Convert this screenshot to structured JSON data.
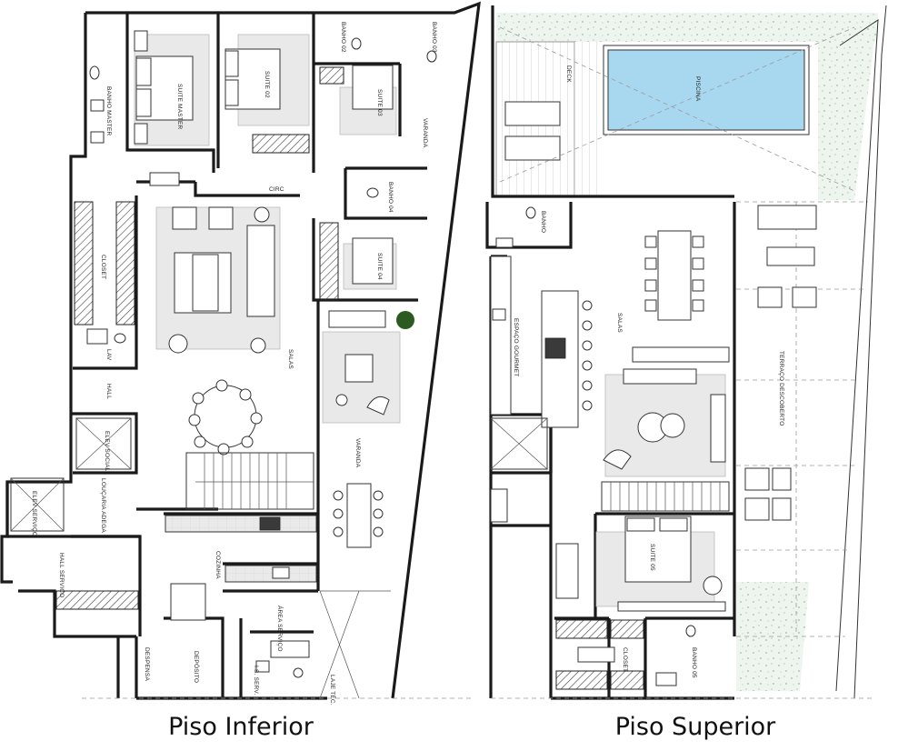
{
  "captions": {
    "lower": "Piso Inferior",
    "upper": "Piso Superior"
  },
  "rooms_lower": {
    "banho_master": "BANHO MASTER",
    "suite_master": "SUITE MASTER",
    "suite_02": "SUITE 02",
    "banho_02": "BANHO 02",
    "suite_03": "SUITE 03",
    "banho_03": "BANHO 03",
    "varanda_small": "VARANDA",
    "circ": "CIRC",
    "banho_04": "BANHO 04",
    "suite_04": "SUITE 04",
    "closet": "CLOSET",
    "salas": "SALAS",
    "lav": "LAV",
    "hall": "HALL",
    "elev_social": "ELEV SOCIAL",
    "loucaria_adega": "LOUÇARIA ADEGA",
    "elev_servico": "ELEV SERVIÇO",
    "hall_servico": "HALL SERVIÇO",
    "cozinha": "COZINHA",
    "area_servico": "ÁREA SERVIÇO",
    "despensa": "DESPENSA",
    "deposito": "DEPÓSITO",
    "ws_serv": "I.S. SERV.",
    "laje_tec": "LAJE TÉC.",
    "varanda": "VARANDA"
  },
  "rooms_upper": {
    "deck": "DECK",
    "piscina": "PISCINA",
    "banho": "BANHO",
    "espaco_gourmet": "ESPAÇO GOURMET",
    "salas": "SALAS",
    "terraco_descoberto": "TERRAÇO DESCOBERTO",
    "suite_05": "SUITE 05",
    "closet": "CLOSET",
    "banho_05": "BANHO 05"
  },
  "colors": {
    "wall": "#1a1a1a",
    "pool": "#a8d8f0",
    "garden": "#e6f0e6",
    "rug": "#e9e9e9"
  }
}
